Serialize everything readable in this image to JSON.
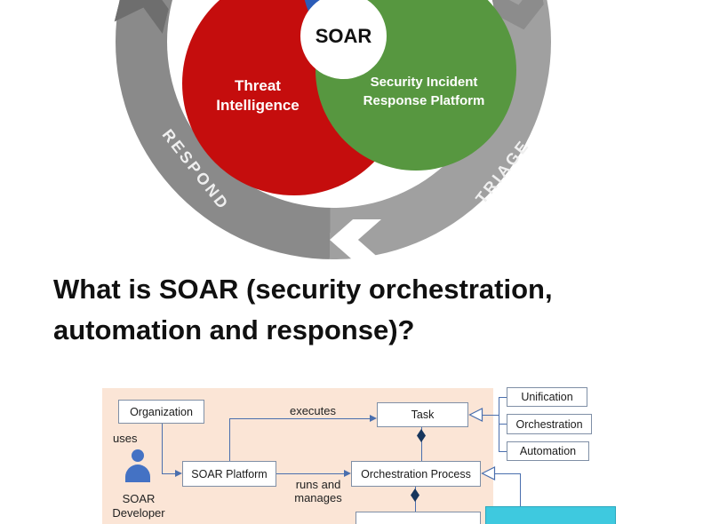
{
  "venn": {
    "center_label": "SOAR",
    "ring": {
      "respond": "RESPOND",
      "triage": "TRIAGE"
    },
    "threat": {
      "line1": "Threat",
      "line2": "Intelligence",
      "color": "#c50d0d"
    },
    "sirp": {
      "line1": "Security Incident",
      "line2": "Response Platform",
      "color": "#579740"
    },
    "blue_circle_color": "#2b5cb8"
  },
  "heading": {
    "line1": "What is SOAR (security orchestration,",
    "line2": "automation and response)?"
  },
  "uml": {
    "nodes": {
      "organization": "Organization",
      "soar_platform": "SOAR Platform",
      "task": "Task",
      "orchestration_process": "Orchestration Process",
      "unification": "Unification",
      "orchestration": "Orchestration",
      "automation": "Automation"
    },
    "labels": {
      "uses": "uses",
      "executes": "executes",
      "runs_line1": "runs and",
      "runs_line2": "manages",
      "actor_line1": "SOAR",
      "actor_line2": "Developer"
    },
    "colors": {
      "background": "#fbe5d6",
      "diamond": "#17365d",
      "cyan_box": "#3ec9df",
      "actor": "#4472c4"
    }
  }
}
